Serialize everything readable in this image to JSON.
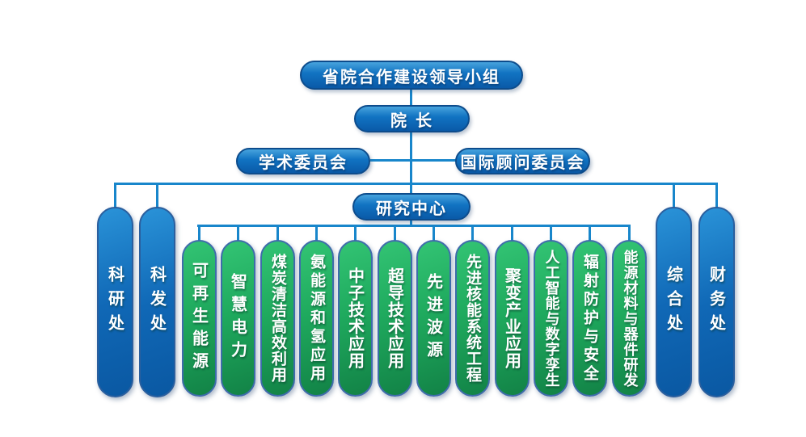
{
  "colors": {
    "connector": "#1886cb",
    "box_blue_top": "#47a3dd",
    "box_blue_bottom": "#0a5aa8",
    "pillar_blue_top": "#2a93d8",
    "pillar_blue_bottom": "#0a58a2",
    "pillar_green_top": "#33c474",
    "pillar_green_bottom": "#128246",
    "text": "#ffffff",
    "background": "#ffffff"
  },
  "org": {
    "root": {
      "label": "省院合作建设领导小组"
    },
    "president": {
      "label": "院 长"
    },
    "committees": [
      {
        "label": "学术委员会"
      },
      {
        "label": "国际顾问委员会"
      }
    ],
    "research_center": {
      "label": "研究中心"
    },
    "left_departments": [
      {
        "label": "科研处"
      },
      {
        "label": "科发处"
      }
    ],
    "right_departments": [
      {
        "label": "综合处"
      },
      {
        "label": "财务处"
      }
    ],
    "research_divisions": [
      {
        "label": "可再生能源"
      },
      {
        "label": "智慧电力"
      },
      {
        "label": "煤炭清洁高效利用"
      },
      {
        "label": "氨能源和氢应用"
      },
      {
        "label": "中子技术应用"
      },
      {
        "label": "超导技术应用"
      },
      {
        "label": "先进波源"
      },
      {
        "label": "先进核能系统工程"
      },
      {
        "label": "聚变产业应用"
      },
      {
        "label": "人工智能与数字孪生"
      },
      {
        "label": "辐射防护与安全"
      },
      {
        "label": "能源材料与器件研发"
      }
    ]
  }
}
